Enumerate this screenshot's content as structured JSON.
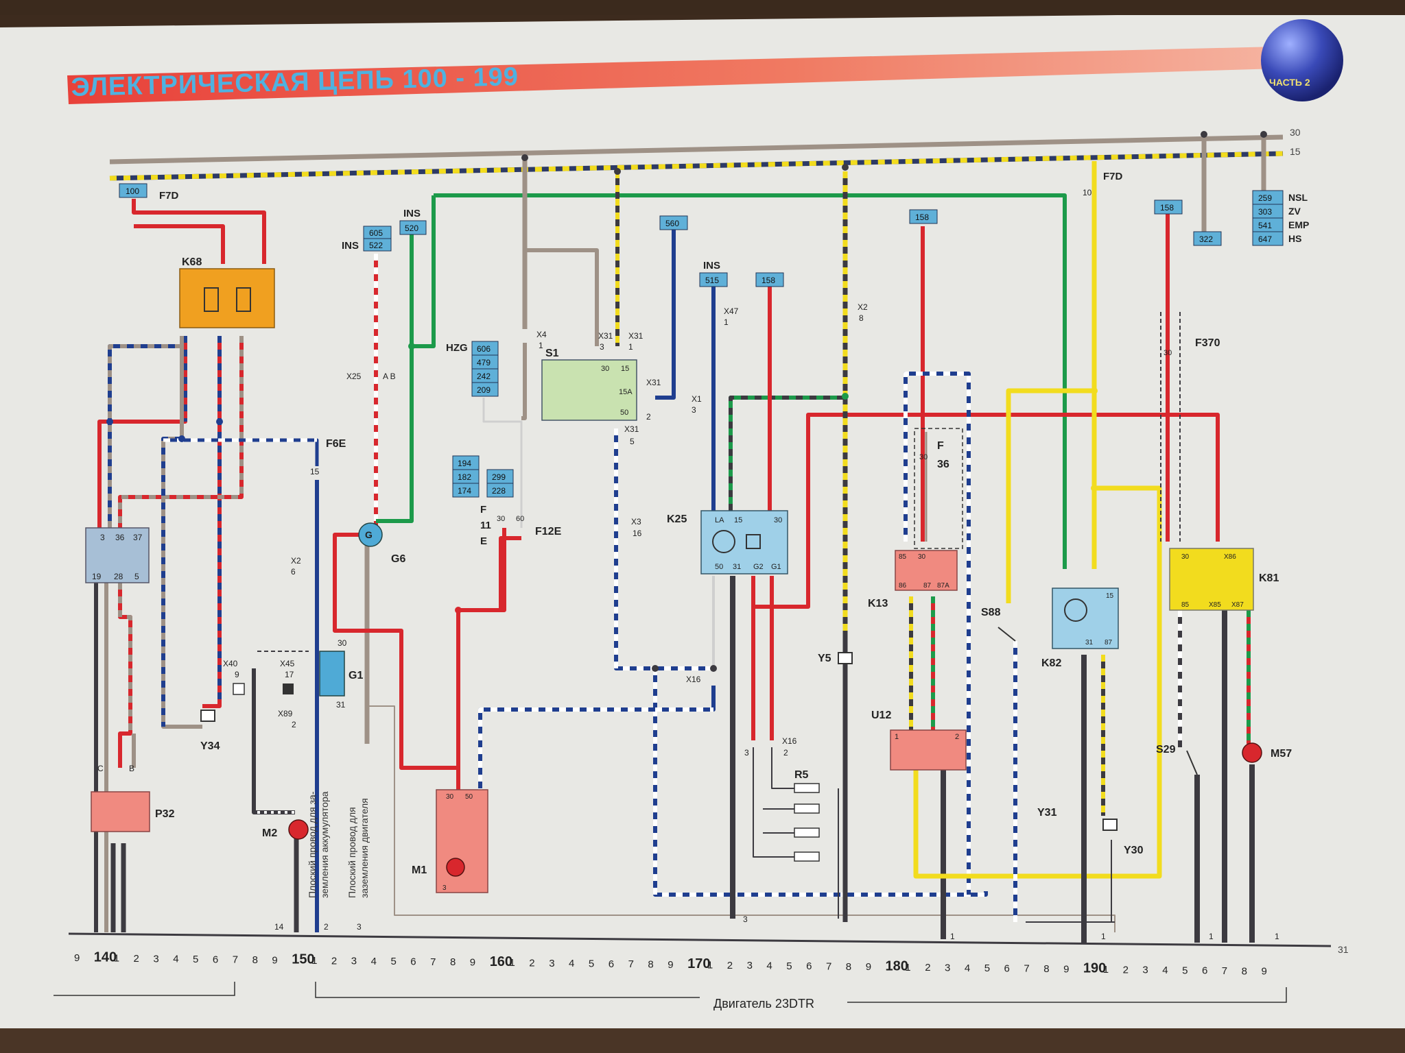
{
  "title": "ЭЛЕКТРИЧЕСКАЯ ЦЕПЬ 100 - 199",
  "badge": "ЧАСТЬ 2",
  "rails": {
    "r30": "30",
    "r15": "15",
    "r31": "31"
  },
  "boxes": {
    "b100": "100",
    "b605": "605",
    "b522": "522",
    "b520": "520",
    "b560": "560",
    "b515": "515",
    "b158a": "158",
    "b158b": "158",
    "b158c": "158",
    "b322": "322",
    "hzg": [
      "606",
      "479",
      "242",
      "209"
    ],
    "f11": [
      "194",
      "182",
      "174"
    ],
    "f60": [
      "299",
      "228"
    ],
    "right": [
      "259",
      "303",
      "541",
      "647"
    ]
  },
  "right_labels": [
    "NSL",
    "ZV",
    "EMP",
    "HS"
  ],
  "labels": {
    "f7d_left": "F7D",
    "f7d_right": "F7D",
    "ins1": "INS",
    "ins2": "INS",
    "ins3": "INS",
    "hzg": "HZG",
    "k68": "K68",
    "s1": "S1",
    "k25": "K25",
    "k13": "K13",
    "k82": "K82",
    "k81": "K81",
    "f6e": "F6E",
    "g6": "G6",
    "g1": "G1",
    "m1": "M1",
    "m2": "M2",
    "m57": "M57",
    "y34": "Y34",
    "p32": "P32",
    "y5": "Y5",
    "u12": "U12",
    "s88": "S88",
    "y31": "Y31",
    "y30": "Y30",
    "s29": "S29",
    "r5": "R5",
    "f12e": "F12E",
    "f370": "F370",
    "f36": "F",
    "f36n": "36",
    "f": "F",
    "e": "E",
    "f11": "11"
  },
  "connectors": {
    "x4": "X4",
    "x31a": "X31",
    "x31b": "X31",
    "x31c": "X31",
    "x31d": "X31",
    "x47": "X47",
    "x1": "X1",
    "x2a": "X2",
    "x3": "X3",
    "x25": "X25",
    "x2b": "X2",
    "x45": "X45",
    "x40": "X40",
    "x89": "X89",
    "x16a": "X16",
    "x16b": "X16"
  },
  "pins": {
    "p1": "1",
    "p3": "3",
    "p5": "5",
    "p8": "8",
    "p10": "10",
    "p16": "16",
    "p2": "2",
    "p6": "6",
    "p9": "9",
    "p17": "17",
    "p15": "15",
    "p30": "30",
    "p31": "31",
    "p60": "60",
    "ab": "A B",
    "c": "C",
    "b": "B",
    "p14": "14",
    "k68box": [
      "3",
      "36",
      "37",
      "19",
      "28",
      "5"
    ],
    "s1pins": [
      "30",
      "15",
      "15A",
      "50"
    ],
    "k25pins": [
      "LA",
      "15",
      "30",
      "50",
      "31",
      "G2",
      "G1"
    ],
    "k13pins": [
      "85",
      "30",
      "86",
      "87",
      "87A"
    ],
    "k81pins": [
      "30",
      "X86",
      "85",
      "X85",
      "X87"
    ],
    "k82pins": [
      "15",
      "31",
      "87"
    ],
    "m1pins": [
      "30",
      "50",
      "3"
    ],
    "u12pins": [
      "1",
      "2"
    ]
  },
  "vertical_texts": {
    "t1": "Плоский провод для за-",
    "t2": "земления аккумулятора",
    "t3": "Плоский провод для",
    "t4": "заземления двигателя"
  },
  "scale": {
    "big": [
      "140",
      "150",
      "160",
      "170",
      "180",
      "190"
    ],
    "small": [
      "1",
      "2",
      "3",
      "4",
      "5",
      "6",
      "7",
      "8",
      "9"
    ],
    "lead": "9",
    "bottom_pins": [
      "3",
      "2",
      "3",
      "1",
      "1",
      "1",
      "1",
      "1"
    ]
  },
  "footer": "Двигатель 23DTR",
  "colors": {
    "red": "#d8272d",
    "green": "#1c9a4a",
    "blue": "#1f3e8f",
    "yellow": "#f2dc1e",
    "gray": "#9e9186",
    "dark": "#3c3a40",
    "cyan": "#4faad6",
    "orange": "#f0a020",
    "pink": "#f08a80",
    "paper": "#e9e9e5",
    "title_band": "#ef6150"
  }
}
